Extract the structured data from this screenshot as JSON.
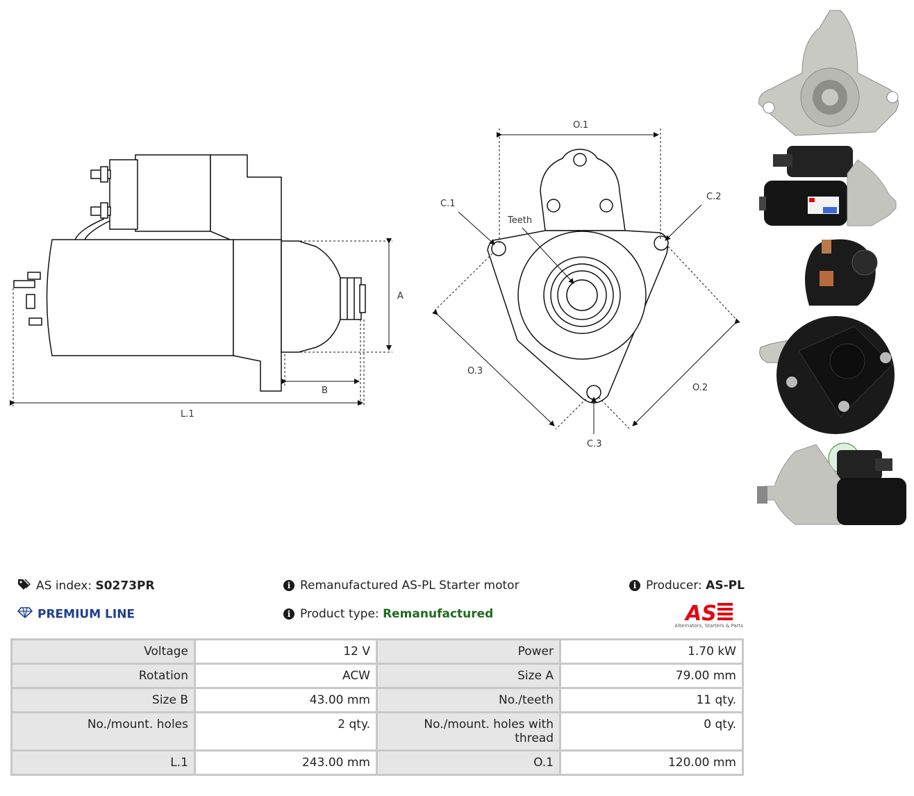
{
  "diagram_labels": {
    "dim_A": "A",
    "dim_B": "B",
    "dim_L1": "L.1",
    "dim_O1": "O.1",
    "dim_O2": "O.2",
    "dim_O3": "O.3",
    "hole_C1": "C.1",
    "hole_C2": "C.2",
    "hole_C3": "C.3",
    "teeth": "Teeth"
  },
  "info": {
    "index_label": "AS index:",
    "index_value": "S0273PR",
    "line": "PREMIUM LINE",
    "description": "Remanufactured AS-PL Starter motor",
    "type_label": "Product type:",
    "type_value": "Remanufactured",
    "producer_label": "Producer:",
    "producer_value": "AS-PL"
  },
  "logo": {
    "text": "AS",
    "caption": "Alternators, Starters & Parts",
    "color": "#e30613"
  },
  "specs": [
    [
      "Voltage",
      "12 V",
      "Power",
      "1.70 kW"
    ],
    [
      "Rotation",
      "ACW",
      "Size A",
      "79.00 mm"
    ],
    [
      "Size B",
      "43.00 mm",
      "No./teeth",
      "11 qty."
    ],
    [
      "No./mount. holes",
      "2 qty.",
      "No./mount. holes with thread",
      "0 qty."
    ],
    [
      "L.1",
      "243.00 mm",
      "O.1",
      "120.00 mm"
    ]
  ],
  "colors": {
    "premium": "#1e3f8f",
    "remanufactured": "#1f6a1f",
    "table_border": "#c8c8c8",
    "table_key_bg": "#e6e6e6"
  }
}
